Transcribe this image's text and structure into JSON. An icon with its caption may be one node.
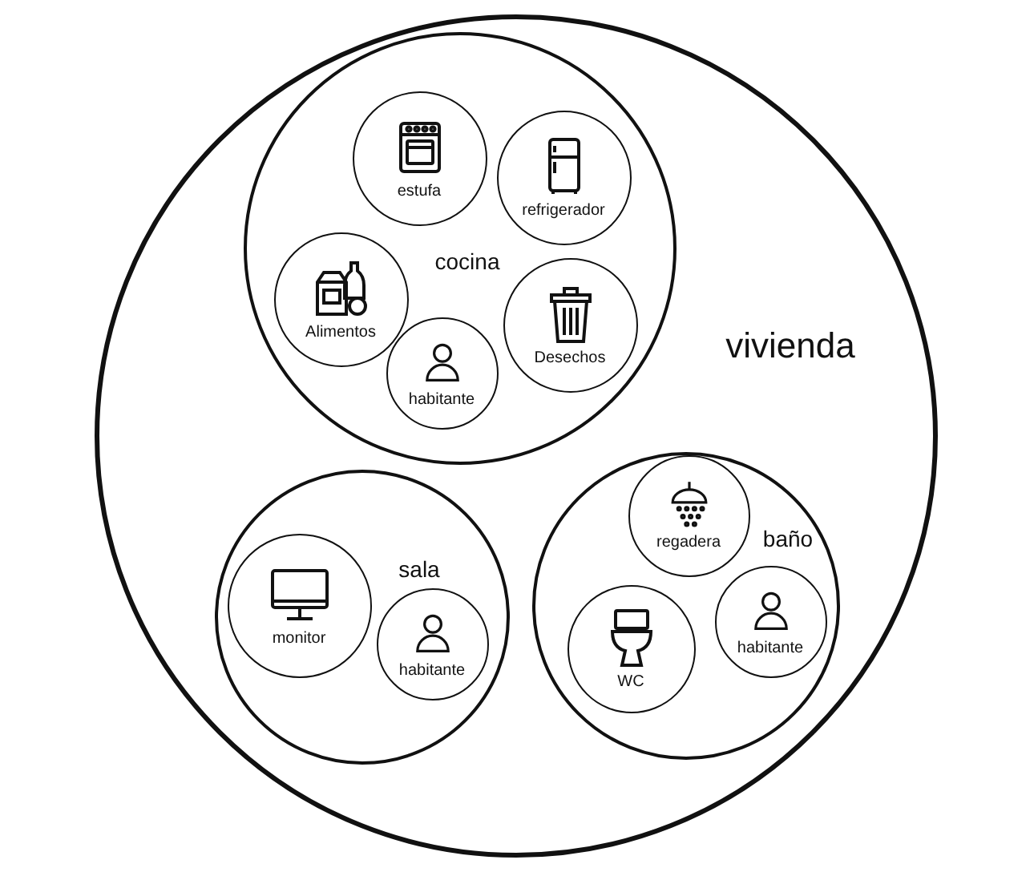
{
  "diagram": {
    "nodes": [
      {
        "text": [
          "vivienda"
        ]
      },
      {
        "text": [
          "cocina"
        ],
        "in": 0
      },
      {
        "text": [
          "estufa"
        ],
        "in": 1
      },
      {
        "text": [
          "refrigerador"
        ],
        "in": 1
      },
      {
        "text": [
          "Alimentos"
        ],
        "in": 1
      },
      {
        "text": [
          "Desechos"
        ],
        "in": 1
      },
      {
        "text": [
          "habitante"
        ],
        "in": 1
      },
      {
        "text": [
          "sala"
        ],
        "in": 0
      },
      {
        "text": [
          "monitor"
        ],
        "in": 7
      },
      {
        "text": [
          "habitante"
        ],
        "in": 7
      },
      {
        "text": [
          "baño"
        ],
        "in": 0
      },
      {
        "text": [
          "regadera"
        ],
        "in": 10
      },
      {
        "text": [
          "WC"
        ],
        "in": 10
      },
      {
        "text": [
          "habitante"
        ],
        "in": 10
      }
    ],
    "edges": []
  }
}
